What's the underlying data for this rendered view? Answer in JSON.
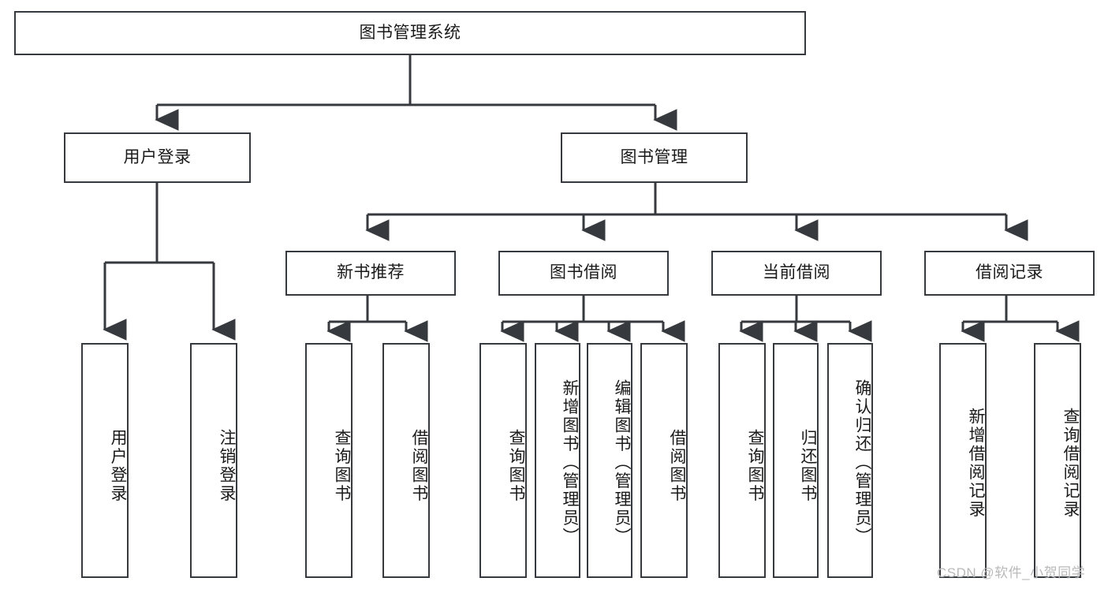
{
  "diagram": {
    "title": "图书管理系统",
    "root": {
      "label": "图书管理系统"
    },
    "level2": [
      {
        "label": "用户登录"
      },
      {
        "label": "图书管理"
      }
    ],
    "level3": [
      {
        "label": "新书推荐"
      },
      {
        "label": "图书借阅"
      },
      {
        "label": "当前借阅"
      },
      {
        "label": "借阅记录"
      }
    ],
    "leaves": {
      "user_login": [
        {
          "label": "用户登录"
        },
        {
          "label": "注销登录"
        }
      ],
      "new_book_recommend": [
        {
          "label": "查询图书"
        },
        {
          "label": "借阅图书"
        }
      ],
      "book_borrow": [
        {
          "label": "查询图书"
        },
        {
          "label": "新增图书（管理员）"
        },
        {
          "label": "编辑图书（管理员）"
        },
        {
          "label": "借阅图书"
        }
      ],
      "current_borrow": [
        {
          "label": "查询图书"
        },
        {
          "label": "归还图书"
        },
        {
          "label": "确认归还（管理员）"
        }
      ],
      "borrow_record": [
        {
          "label": "新增借阅记录"
        },
        {
          "label": "查询借阅记录"
        }
      ]
    }
  },
  "watermark": {
    "text": "CSDN @软件_小贺同学"
  },
  "colors": {
    "stroke": "#36393d",
    "box_fill": "#ffffff",
    "text": "#1a1a1a",
    "watermark": "#b9b9b9"
  }
}
